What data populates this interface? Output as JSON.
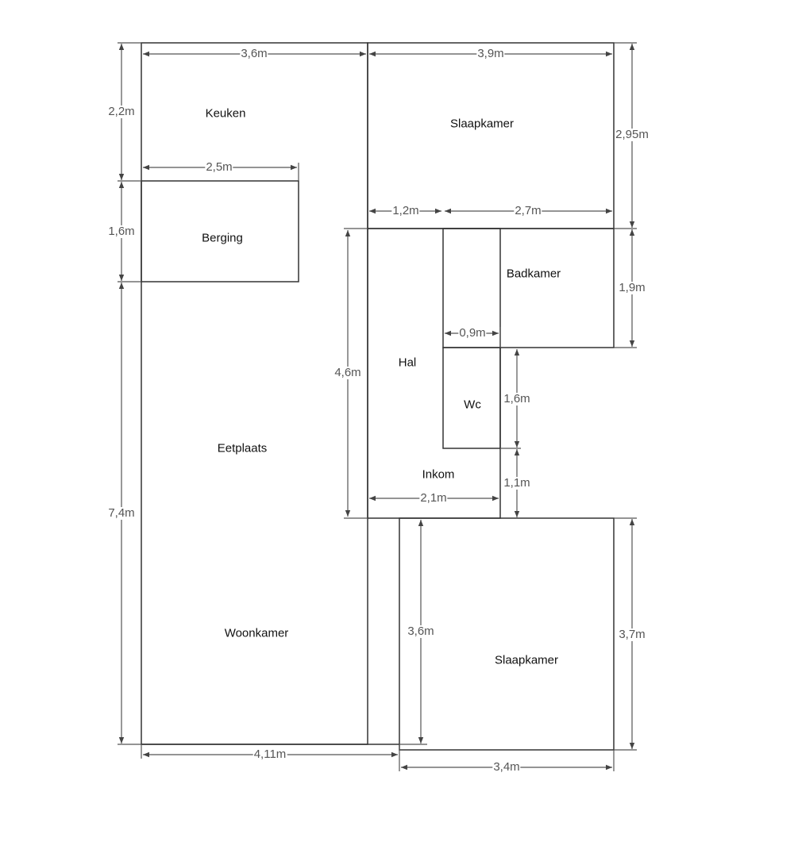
{
  "rooms": {
    "keuken": "Keuken",
    "berging": "Berging",
    "slaapkamer_top": "Slaapkamer",
    "badkamer": "Badkamer",
    "hal": "Hal",
    "wc": "Wc",
    "inkom": "Inkom",
    "eetplaats": "Eetplaats",
    "woonkamer": "Woonkamer",
    "slaapkamer_bottom": "Slaapkamer"
  },
  "dimensions": {
    "keuken_width": "3,6m",
    "slaapkamer_top_width": "3,9m",
    "keuken_height": "2,2m",
    "berging_width": "2,5m",
    "berging_height": "1,6m",
    "left_column_height": "7,4m",
    "slaapkamer_top_height": "2,95m",
    "hal_top_width": "1,2m",
    "badkamer_width": "2,7m",
    "badkamer_height": "1,9m",
    "hal_height": "4,6m",
    "wc_width": "0,9m",
    "wc_height": "1,6m",
    "inkom_depth": "1,1m",
    "inkom_width": "2,1m",
    "woonkamer_inner_height": "3,6m",
    "slaapkamer_bottom_height": "3,7m",
    "woonkamer_width": "4,11m",
    "slaapkamer_bottom_width": "3,4m"
  }
}
